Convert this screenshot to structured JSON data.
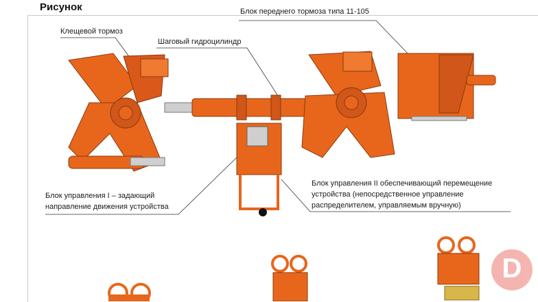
{
  "heading": "Рисунок",
  "labels": {
    "front_brake": "Блок переднего тормоза типа 11-105",
    "clamp_brake": "Клещевой тормоз",
    "step_cylinder": "Шаговый гидроцилиндр",
    "control_block_1_line1": "Блок управления I – задающий",
    "control_block_1_line2": "направление движения устройства",
    "control_block_2_line1": "Блок управления II обеспечивающий перемещение",
    "control_block_2_line2": "устройства (непосредственное управление",
    "control_block_2_line3": "распределителем,  управляемым вручную)"
  },
  "watermark": {
    "letter": "D"
  },
  "colors": {
    "machine": "#e8661c",
    "machine_dark": "#b84a10",
    "steel": "#c8c8c8",
    "line": "#333333"
  }
}
